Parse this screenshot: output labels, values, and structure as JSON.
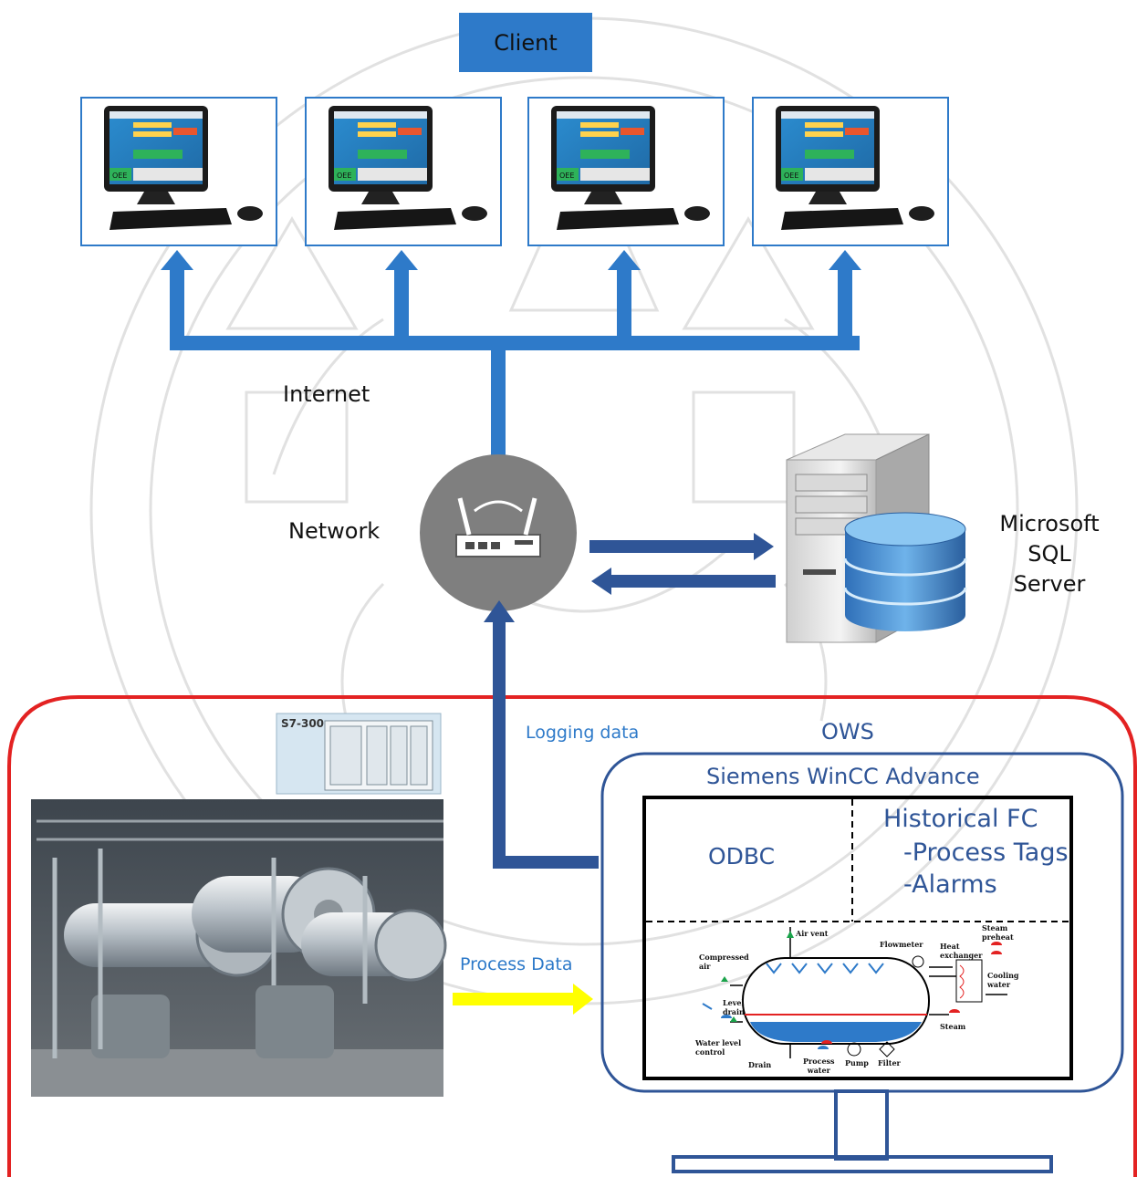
{
  "client_label": "Client",
  "internet_label": "Internet",
  "network_label": "Network",
  "sql_server_label": [
    "Microsoft",
    "SQL",
    "Server"
  ],
  "plc_label": "S7-300",
  "logging_label": "Logging data",
  "process_data_label": "Process Data",
  "ows_label": "OWS",
  "wincc_label": "Siemens WinCC Advance",
  "odbc_label": "ODBC",
  "historical": {
    "title": "Historical FC",
    "items": [
      "-Process Tags",
      "-Alarms"
    ]
  },
  "screen_mini": {
    "oee_label": "OEE"
  },
  "schematic_labels": {
    "air_vent": "Air vent",
    "flowmeter": "Flowmeter",
    "heat_exchanger": [
      "Heat",
      "exchanger"
    ],
    "steam_preheat": [
      "Steam",
      "preheat"
    ],
    "compressed_air": [
      "Compressed",
      "air"
    ],
    "cooling_water": [
      "Cooling",
      "water"
    ],
    "level_drain": [
      "Level",
      "drain"
    ],
    "steam": "Steam",
    "water_level_control": [
      "Water level",
      "control"
    ],
    "drain": "Drain",
    "process_water": [
      "Process",
      "water"
    ],
    "pump": "Pump",
    "filter": "Filter"
  },
  "colors": {
    "network_blue": "#2e7ac9",
    "dark_blue": "#2f5597",
    "zone_red": "#e32222",
    "process_arrow": "#ffff00",
    "watermark": "#c9c9c9"
  }
}
